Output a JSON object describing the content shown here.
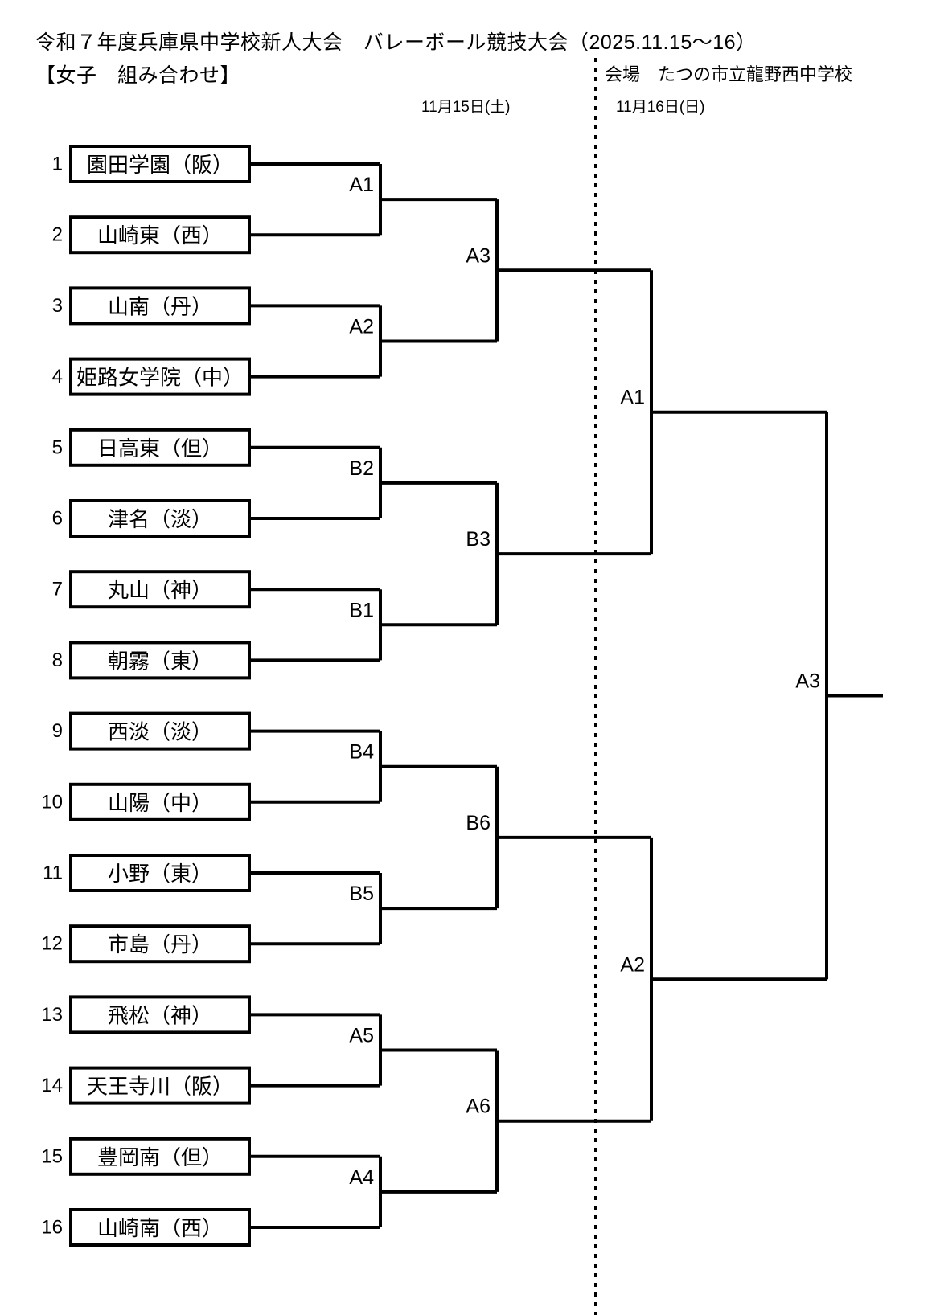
{
  "header": {
    "title": "令和７年度兵庫県中学校新人大会　バレーボール競技大会（2025.11.15〜16）",
    "subtitle": "【女子　組み合わせ】",
    "venue": "会場　たつの市立龍野西中学校",
    "day1_label": "11月15日(土)",
    "day2_label": "11月16日(日)"
  },
  "colors": {
    "line": "#000000",
    "box_fill": "#ffffff",
    "text": "#000000",
    "background": "#ffffff"
  },
  "chart_data": {
    "type": "bracket",
    "title": "令和７年度兵庫県中学校新人大会　バレーボール競技大会（2025.11.15〜16）",
    "team_count": 16,
    "teams": [
      {
        "seed": "1",
        "name": "園田学園（阪）"
      },
      {
        "seed": "2",
        "name": "山崎東（西）"
      },
      {
        "seed": "3",
        "name": "山南（丹）"
      },
      {
        "seed": "4",
        "name": "姫路女学院（中）"
      },
      {
        "seed": "5",
        "name": "日高東（但）"
      },
      {
        "seed": "6",
        "name": "津名（淡）"
      },
      {
        "seed": "7",
        "name": "丸山（神）"
      },
      {
        "seed": "8",
        "name": "朝霧（東）"
      },
      {
        "seed": "9",
        "name": "西淡（淡）"
      },
      {
        "seed": "10",
        "name": "山陽（中）"
      },
      {
        "seed": "11",
        "name": "小野（東）"
      },
      {
        "seed": "12",
        "name": "市島（丹）"
      },
      {
        "seed": "13",
        "name": "飛松（神）"
      },
      {
        "seed": "14",
        "name": "天王寺川（阪）"
      },
      {
        "seed": "15",
        "name": "豊岡南（但）"
      },
      {
        "seed": "16",
        "name": "山崎南（西）"
      }
    ],
    "rounds": [
      {
        "name": "round-1",
        "day": "11月15日(土)",
        "matches": [
          {
            "label": "A1",
            "teams": [
              "1",
              "2"
            ]
          },
          {
            "label": "A2",
            "teams": [
              "3",
              "4"
            ]
          },
          {
            "label": "B2",
            "teams": [
              "5",
              "6"
            ]
          },
          {
            "label": "B1",
            "teams": [
              "7",
              "8"
            ]
          },
          {
            "label": "B4",
            "teams": [
              "9",
              "10"
            ]
          },
          {
            "label": "B5",
            "teams": [
              "11",
              "12"
            ]
          },
          {
            "label": "A5",
            "teams": [
              "13",
              "14"
            ]
          },
          {
            "label": "A4",
            "teams": [
              "15",
              "16"
            ]
          }
        ]
      },
      {
        "name": "round-2",
        "day": "11月15日(土)",
        "matches": [
          {
            "label": "A3",
            "feeders": [
              "A1",
              "A2"
            ]
          },
          {
            "label": "B3",
            "feeders": [
              "B2",
              "B1"
            ]
          },
          {
            "label": "B6",
            "feeders": [
              "B4",
              "B5"
            ]
          },
          {
            "label": "A6",
            "feeders": [
              "A5",
              "A4"
            ]
          }
        ]
      },
      {
        "name": "semifinal",
        "day": "11月16日(日)",
        "matches": [
          {
            "label": "A1",
            "feeders": [
              "A3",
              "B3"
            ]
          },
          {
            "label": "A2",
            "feeders": [
              "B6",
              "A6"
            ]
          }
        ]
      },
      {
        "name": "final",
        "day": "11月16日(日)",
        "matches": [
          {
            "label": "A3",
            "feeders": [
              "A1",
              "A2"
            ]
          }
        ]
      }
    ]
  }
}
